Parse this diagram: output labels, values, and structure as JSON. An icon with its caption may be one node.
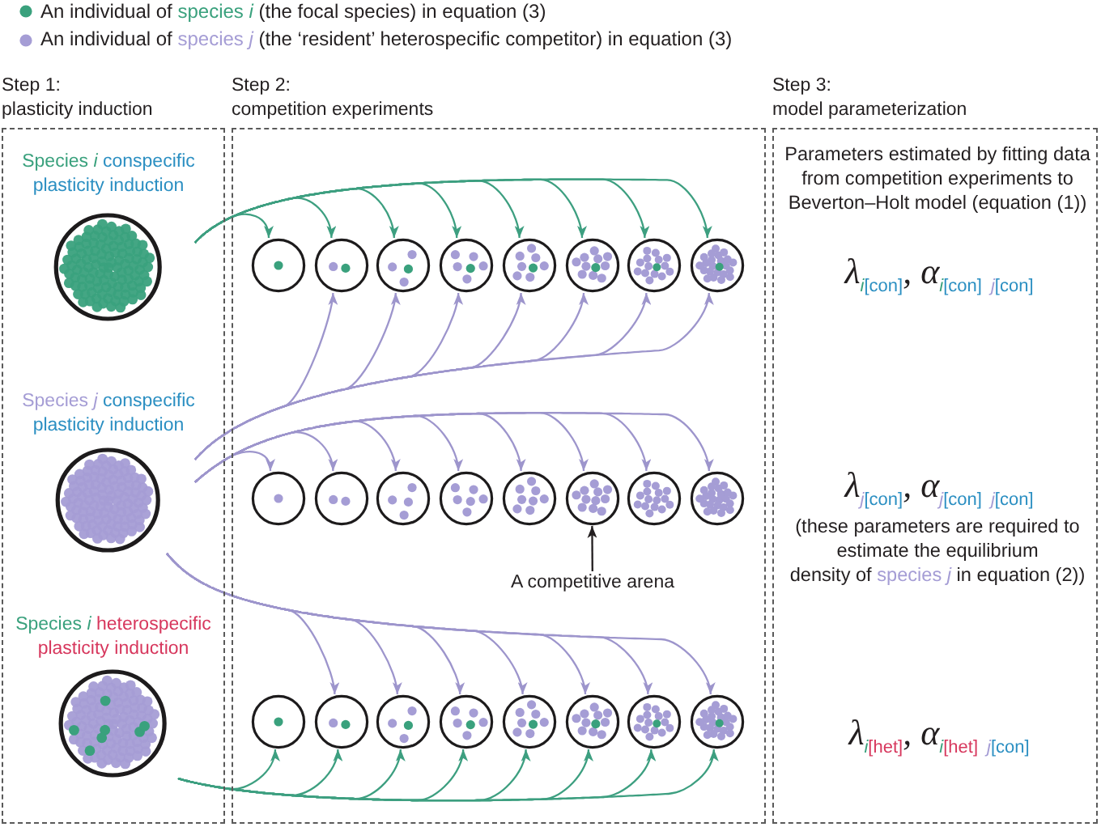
{
  "diagram": {
    "nodes": [
      {
        "text": [
          "Step 1:",
          "plasticity induction"
        ]
      },
      {
        "text": [
          "Species *i* conspecific plasticity induction"
        ],
        "in": 0
      },
      {
        "text": [
          "Species *j* conspecific plasticity induction"
        ],
        "in": 0
      },
      {
        "text": [
          "Species *i* heterospecific plasticity induction"
        ],
        "in": 0
      },
      {
        "text": [
          "Step 2:",
          "competition experiments"
        ]
      },
      {
        "text": [],
        "shape": "circle",
        "in": 4
      },
      {
        "text": [],
        "shape": "circle",
        "in": 4
      },
      {
        "text": [],
        "shape": "circle",
        "in": 4
      },
      {
        "text": [],
        "shape": "circle",
        "in": 4
      },
      {
        "text": [],
        "shape": "circle",
        "in": 4
      },
      {
        "text": [],
        "shape": "circle",
        "in": 4
      },
      {
        "text": [],
        "shape": "circle",
        "in": 4
      },
      {
        "text": [],
        "shape": "circle",
        "in": 4
      },
      {
        "text": [],
        "shape": "circle",
        "in": 4
      },
      {
        "text": [],
        "shape": "circle",
        "in": 4
      },
      {
        "text": [],
        "shape": "circle",
        "in": 4
      },
      {
        "text": [],
        "shape": "circle",
        "in": 4
      },
      {
        "text": [],
        "shape": "circle",
        "in": 4
      },
      {
        "text": [],
        "shape": "circle",
        "in": 4
      },
      {
        "text": [],
        "shape": "circle",
        "in": 4
      },
      {
        "text": [],
        "shape": "circle",
        "in": 4
      },
      {
        "text": [
          "A competitive arena"
        ],
        "in": 4
      },
      {
        "text": [],
        "shape": "circle",
        "in": 4
      },
      {
        "text": [],
        "shape": "circle",
        "in": 4
      },
      {
        "text": [],
        "shape": "circle",
        "in": 4
      },
      {
        "text": [],
        "shape": "circle",
        "in": 4
      },
      {
        "text": [],
        "shape": "circle",
        "in": 4
      },
      {
        "text": [],
        "shape": "circle",
        "in": 4
      },
      {
        "text": [],
        "shape": "circle",
        "in": 4
      },
      {
        "text": [],
        "shape": "circle",
        "in": 4
      },
      {
        "text": [
          "Step 3:",
          "model parameterization"
        ]
      }
    ],
    "edges": [
      {
        "from": 1,
        "to": 5,
        "arrow": "to",
        "color": "#3d9f80"
      },
      {
        "from": 1,
        "to": 6,
        "arrow": "to",
        "color": "#3d9f80"
      },
      {
        "from": 1,
        "to": 7,
        "arrow": "to",
        "color": "#3d9f80"
      },
      {
        "from": 1,
        "to": 8,
        "arrow": "to",
        "color": "#3d9f80"
      },
      {
        "from": 1,
        "to": 9,
        "arrow": "to",
        "color": "#3d9f80"
      },
      {
        "from": 1,
        "to": 10,
        "arrow": "to",
        "color": "#3d9f80"
      },
      {
        "from": 1,
        "to": 11,
        "arrow": "to",
        "color": "#3d9f80"
      },
      {
        "from": 1,
        "to": 12,
        "arrow": "to",
        "color": "#3d9f80"
      },
      {
        "from": 2,
        "to": 6,
        "arrow": "to"
      },
      {
        "from": 2,
        "to": 7,
        "arrow": "to"
      },
      {
        "from": 2,
        "to": 8,
        "arrow": "to"
      },
      {
        "from": 2,
        "to": 9,
        "arrow": "to"
      },
      {
        "from": 2,
        "to": 10,
        "arrow": "to"
      },
      {
        "from": 2,
        "to": 11,
        "arrow": "to"
      },
      {
        "from": 2,
        "to": 12,
        "arrow": "to"
      },
      {
        "from": 2,
        "to": 13,
        "arrow": "to"
      },
      {
        "from": 2,
        "to": 14,
        "arrow": "to"
      },
      {
        "from": 2,
        "to": 15,
        "arrow": "to"
      },
      {
        "from": 2,
        "to": 16,
        "arrow": "to"
      },
      {
        "from": 2,
        "to": 17,
        "arrow": "to"
      },
      {
        "from": 2,
        "to": 18,
        "arrow": "to"
      },
      {
        "from": 2,
        "to": 19,
        "arrow": "to"
      },
      {
        "from": 2,
        "to": 20,
        "arrow": "to"
      },
      {
        "from": 2,
        "to": 23,
        "arrow": "to"
      },
      {
        "from": 2,
        "to": 24,
        "arrow": "to"
      },
      {
        "from": 2,
        "to": 25,
        "arrow": "to"
      },
      {
        "from": 2,
        "to": 26,
        "arrow": "to"
      },
      {
        "from": 2,
        "to": 27,
        "arrow": "to"
      },
      {
        "from": 2,
        "to": 28,
        "arrow": "to"
      },
      {
        "from": 2,
        "to": 29,
        "arrow": "to"
      },
      {
        "from": 3,
        "to": 22,
        "arrow": "to",
        "color": "#3d9f80"
      },
      {
        "from": 3,
        "to": 23,
        "arrow": "to",
        "color": "#3d9f80"
      },
      {
        "from": 3,
        "to": 24,
        "arrow": "to",
        "color": "#3d9f80"
      },
      {
        "from": 3,
        "to": 25,
        "arrow": "to",
        "color": "#3d9f80"
      },
      {
        "from": 3,
        "to": 26,
        "arrow": "to",
        "color": "#3d9f80"
      },
      {
        "from": 3,
        "to": 27,
        "arrow": "to",
        "color": "#3d9f80"
      },
      {
        "from": 3,
        "to": 28,
        "arrow": "to",
        "color": "#3d9f80"
      },
      {
        "from": 3,
        "to": 29,
        "arrow": "to",
        "color": "#3d9f80"
      },
      {
        "from": 21,
        "to": 18,
        "arrow": "to",
        "color": "#231f20"
      }
    ],
    "labels": [
      "Parameters estimated by fitting data from competition experiments to Beverton–Holt model (equation (1))",
      "λ$_{i}$$_{[con]}$, α$_{i}$$_{[con]}$ $_{j}$$_{[con]}$",
      "λ$_{j}$$_{[con]}$, α$_{j}$$_{[con]}$ $_{j}$$_{[con]}$",
      "(these parameters are required to estimate the equilibrium density of species *j* in equation (2))",
      "λ$_{i}$$_{[het]}$, α$_{i}$$_{[het]}$ $_{j}$$_{[con]}$"
    ],
    "legend": [
      {
        "text": "An individual of species *i* (the focal species) in equation (3)",
        "color": "#3aa17d"
      },
      {
        "text": "An individual of species *j* (the ‘resident’ heterospecific competitor) in equation (3)",
        "color": "#a59dd5"
      }
    ]
  }
}
